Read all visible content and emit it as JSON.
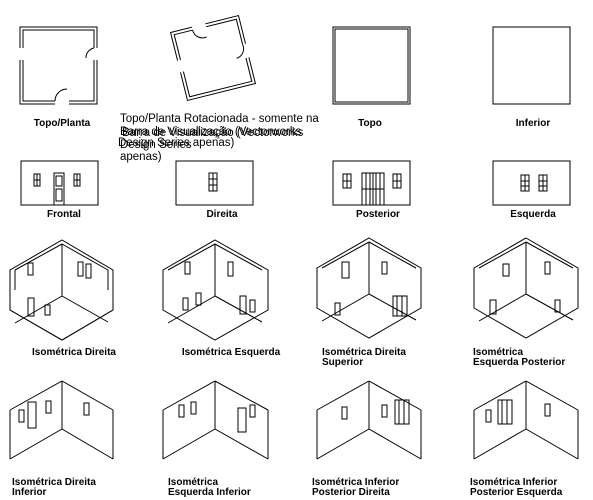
{
  "views": {
    "topo_planta": "Topo/Planta",
    "topo": "Topo",
    "inferior": "Inferior",
    "frontal": "Frontal",
    "direita": "Direita",
    "posterior": "Posterior",
    "esquerda": "Esquerda",
    "iso_direita": "Isométrica Direita",
    "iso_esquerda": "Isométrica Esquerda",
    "iso_direita_superior": [
      "Isométrica Direita",
      "Superior"
    ],
    "iso_esquerda_posterior": [
      "Isométrica",
      "Esquerda Posterior"
    ],
    "iso_direita_inferior": [
      "Isométrica Direita",
      "Inferior"
    ],
    "iso_esquerda_inferior": [
      "Isométrica",
      "Esquerda Inferior"
    ],
    "iso_inferior_posterior_direita": [
      "Isométrica Inferior",
      "Posterior Direita"
    ],
    "iso_inferior_posterior_esquerda": [
      "Isométrica Inferior",
      "Posterior Esquerda"
    ]
  },
  "rotated_note": {
    "line1": "Topo/Planta Rotacionada - somente na",
    "overlap_a1": "Barra de Visualização (Vectorworks",
    "overlap_a2": "Design Series apenas)",
    "overlap_b1": "Barra de Visualização (Vectorworks",
    "overlap_b2": "Design Series",
    "overlap_b3": "apenas)"
  }
}
